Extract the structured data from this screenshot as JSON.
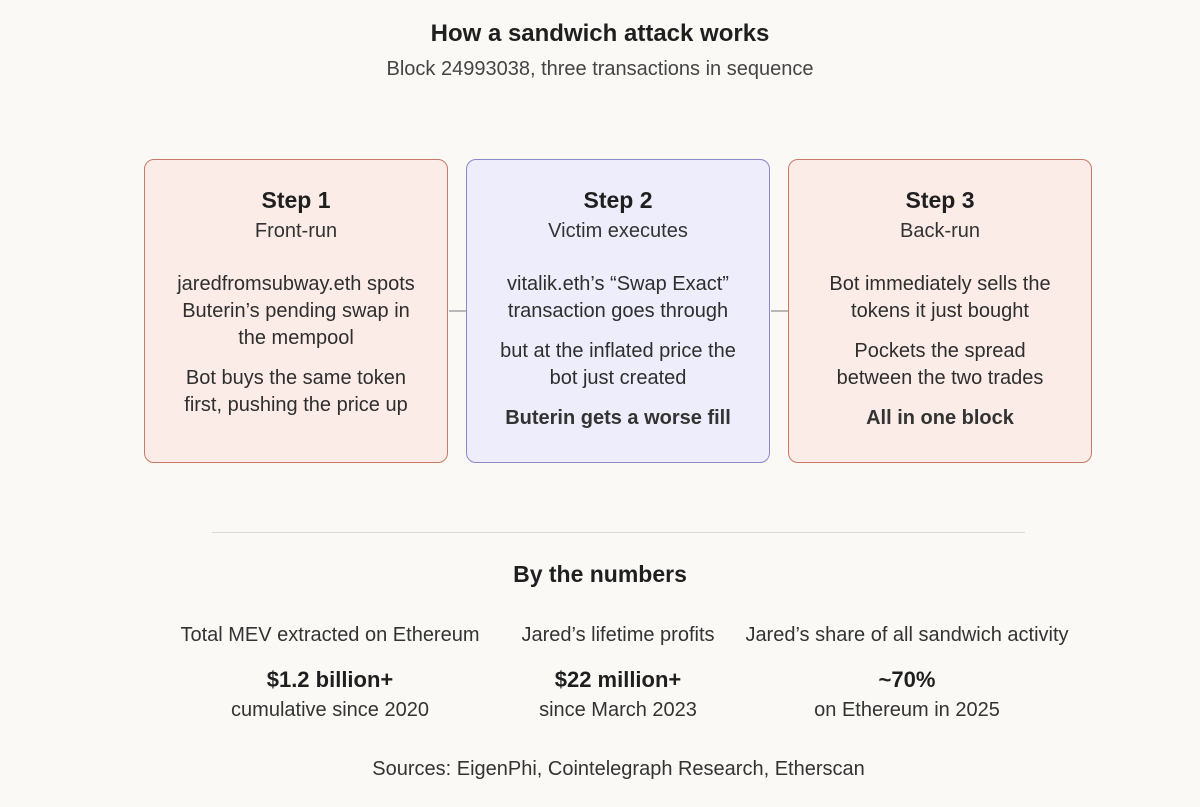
{
  "header": {
    "title": "How a sandwich attack works",
    "subtitle": "Block 24993038, three transactions in sequence"
  },
  "steps": [
    {
      "title": "Step 1",
      "subtitle": "Front-run",
      "paragraphs": [
        "jaredfromsubway.eth spots Buterin’s pending swap in the mempool",
        "Bot buys the same token first, pushing the price up"
      ]
    },
    {
      "title": "Step 2",
      "subtitle": "Victim executes",
      "paragraphs": [
        "vitalik.eth’s “Swap Exact” transaction goes through",
        "but at the inflated price the bot just created",
        "Buterin gets a worse fill"
      ]
    },
    {
      "title": "Step 3",
      "subtitle": "Back-run",
      "paragraphs": [
        "Bot immediately sells the tokens it just bought",
        "Pockets the spread between the two trades",
        "All in one block"
      ]
    }
  ],
  "numbers": {
    "title": "By the numbers",
    "stats": [
      {
        "label": "Total MEV extracted on Ethereum",
        "value": "$1.2 billion+",
        "note": "cumulative since 2020"
      },
      {
        "label": "Jared’s lifetime profits",
        "value": "$22 million+",
        "note": "since March 2023"
      },
      {
        "label": "Jared’s share of all sandwich activity",
        "value": "~70%",
        "note": "on Ethereum in 2025"
      }
    ]
  },
  "sources": "Sources: EigenPhi, Cointelegraph Research, Etherscan",
  "colors": {
    "outer_fill": "#fbece7",
    "outer_border": "#c97a66",
    "middle_fill": "#ededfb",
    "middle_border": "#8b89c9",
    "background": "#faf9f6"
  }
}
